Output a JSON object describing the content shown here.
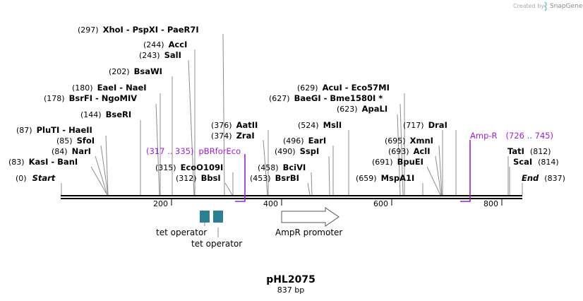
{
  "map": {
    "watermark": "Created by",
    "brand": "SnapGene",
    "title": "pHL2075",
    "subtitle": "837 bp",
    "ruler": [
      "200",
      "400",
      "600",
      "800"
    ],
    "sites": [
      {
        "num": "(0)",
        "name": "Start"
      },
      {
        "num": "(83)",
        "name": "KasI",
        "alt": "BanI"
      },
      {
        "num": "(84)",
        "name": "NarI"
      },
      {
        "num": "(85)",
        "name": "SfoI"
      },
      {
        "num": "(87)",
        "name": "PluTI",
        "alt": "HaeII"
      },
      {
        "num": "(144)",
        "name": "BseRI"
      },
      {
        "num": "(178)",
        "name": "BsrFI",
        "alt": "NgoMIV"
      },
      {
        "num": "(180)",
        "name": "EaeI",
        "alt": "NaeI"
      },
      {
        "num": "(202)",
        "name": "BsaWI"
      },
      {
        "num": "(243)",
        "name": "SalI"
      },
      {
        "num": "(244)",
        "name": "AccI"
      },
      {
        "num": "(297)",
        "name": "XhoI",
        "alt": "PspXI",
        "alt2": "PaeR7I"
      },
      {
        "num": "(312)",
        "name": "BbsI"
      },
      {
        "num": "(315)",
        "name": "EcoO109I"
      },
      {
        "num": "(374)",
        "name": "ZraI"
      },
      {
        "num": "(376)",
        "name": "AatII"
      },
      {
        "num": "(453)",
        "name": "BsrBI"
      },
      {
        "num": "(458)",
        "name": "BciVI"
      },
      {
        "num": "(490)",
        "name": "SspI"
      },
      {
        "num": "(496)",
        "name": "EarI"
      },
      {
        "num": "(524)",
        "name": "MslI"
      },
      {
        "num": "(623)",
        "name": "ApaLI"
      },
      {
        "num": "(627)",
        "name": "BaeGI",
        "alt": "Bme1580I *"
      },
      {
        "num": "(629)",
        "name": "AcuI",
        "alt": "Eco57MI"
      },
      {
        "num": "(659)",
        "name": "MspA1I"
      },
      {
        "num": "(691)",
        "name": "BpuEI"
      },
      {
        "num": "(693)",
        "name": "AclI"
      },
      {
        "num": "(695)",
        "name": "XmnI"
      },
      {
        "num": "(717)",
        "name": "DraI"
      },
      {
        "num": "(812)",
        "name": "TatI"
      },
      {
        "num": "(814)",
        "name": "ScaI"
      },
      {
        "num": "(837)",
        "name": "End"
      }
    ],
    "primers": [
      {
        "range": "(317 .. 335)",
        "name": "pBRforEco"
      },
      {
        "name": "Amp-R",
        "range": "(726 .. 745)"
      }
    ],
    "features": {
      "tet1": "tet operator",
      "tet2": "tet operator",
      "promoter": "AmpR promoter"
    },
    "colors": {
      "primer": "#9b20d9",
      "operator": "#2e7f94"
    }
  }
}
